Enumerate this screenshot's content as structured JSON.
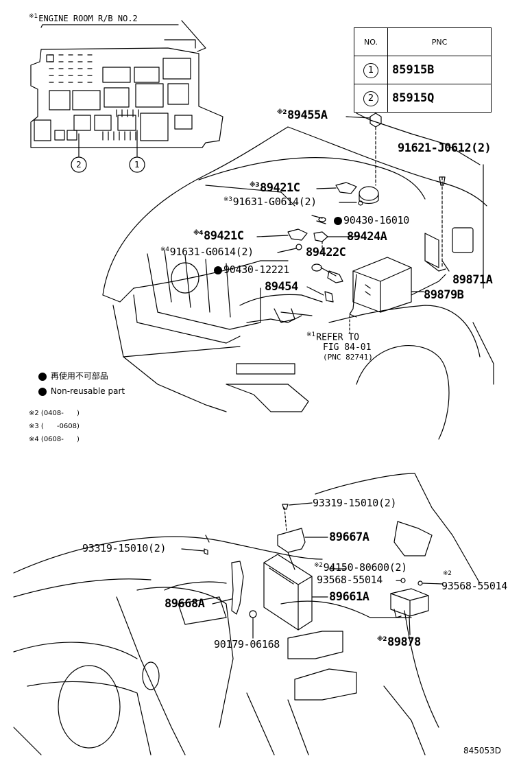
{
  "fuse_box": {
    "mark": "※1",
    "title": "ENGINE ROOM R/B NO.2",
    "callout_2": "2",
    "callout_1": "1"
  },
  "pnc_table": {
    "header_no": "NO.",
    "header_pnc": "PNC",
    "rows": [
      {
        "no": "1",
        "pnc": "85915B"
      },
      {
        "no": "2",
        "pnc": "85915Q"
      }
    ]
  },
  "parts": {
    "p89455A": {
      "mark": "※2",
      "text": "89455A"
    },
    "p91621": {
      "text": "91621-J0612(2)"
    },
    "p89421C_a": {
      "mark": "※3",
      "text": "89421C"
    },
    "p91631_a": {
      "mark": "※3",
      "text": "91631-G0614(2)"
    },
    "p90430_16010": {
      "text": "90430-16010"
    },
    "p89421C_b": {
      "mark": "※4",
      "text": "89421C"
    },
    "p89424A": {
      "text": "89424A"
    },
    "p91631_b": {
      "mark": "※4",
      "text": "91631-G0614(2)"
    },
    "p89422C": {
      "text": "89422C"
    },
    "p90430_12221": {
      "text": "90430-12221"
    },
    "p89871A": {
      "text": "89871A"
    },
    "p89454": {
      "text": "89454"
    },
    "p89879B": {
      "text": "89879B"
    },
    "p93319_a": {
      "text": "93319-15010(2)"
    },
    "p89667A": {
      "text": "89667A"
    },
    "p93319_b": {
      "text": "93319-15010(2)"
    },
    "p94150": {
      "mark": "※2",
      "text": "94150-80600(2)"
    },
    "p93568_a": {
      "text": "93568-55014"
    },
    "p93568_b": {
      "mark": "※2",
      "text": "93568-55014"
    },
    "p89668A": {
      "text": "89668A"
    },
    "p89661A": {
      "text": "89661A"
    },
    "p90179": {
      "text": "90179-06168"
    },
    "p89878": {
      "mark": "※2",
      "text": "89878"
    }
  },
  "refer": {
    "mark": "※1",
    "line1": "REFER TO",
    "line2": "FIG 84-01",
    "line3": "(PNC 82741)"
  },
  "legend": {
    "jp": "再使用不可部品",
    "en": "Non-reusable part",
    "notes": [
      "※2 (0408-      )",
      "※3 (      -0608)",
      "※4 (0608-      )"
    ]
  },
  "figure_id": "845053D"
}
